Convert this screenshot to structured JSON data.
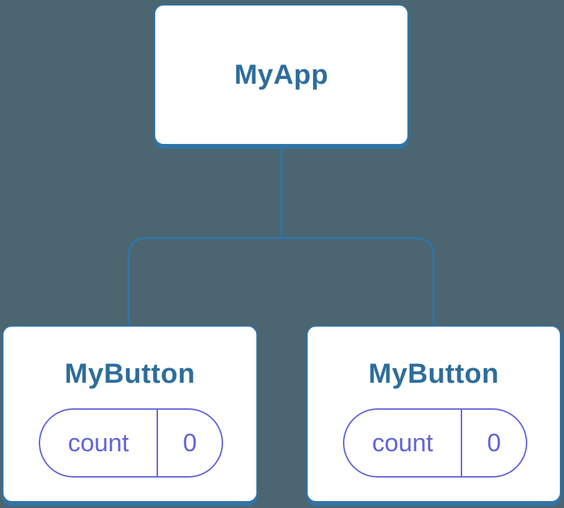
{
  "colors": {
    "background": "#4b6670",
    "node_border": "#3174a6",
    "node_fill": "#ffffff",
    "node_title": "#2e6d9c",
    "state_accent": "#6163d8"
  },
  "tree": {
    "root": {
      "label": "MyApp"
    },
    "children": [
      {
        "label": "MyButton",
        "state": {
          "key": "count",
          "value": "0"
        }
      },
      {
        "label": "MyButton",
        "state": {
          "key": "count",
          "value": "0"
        }
      }
    ]
  }
}
